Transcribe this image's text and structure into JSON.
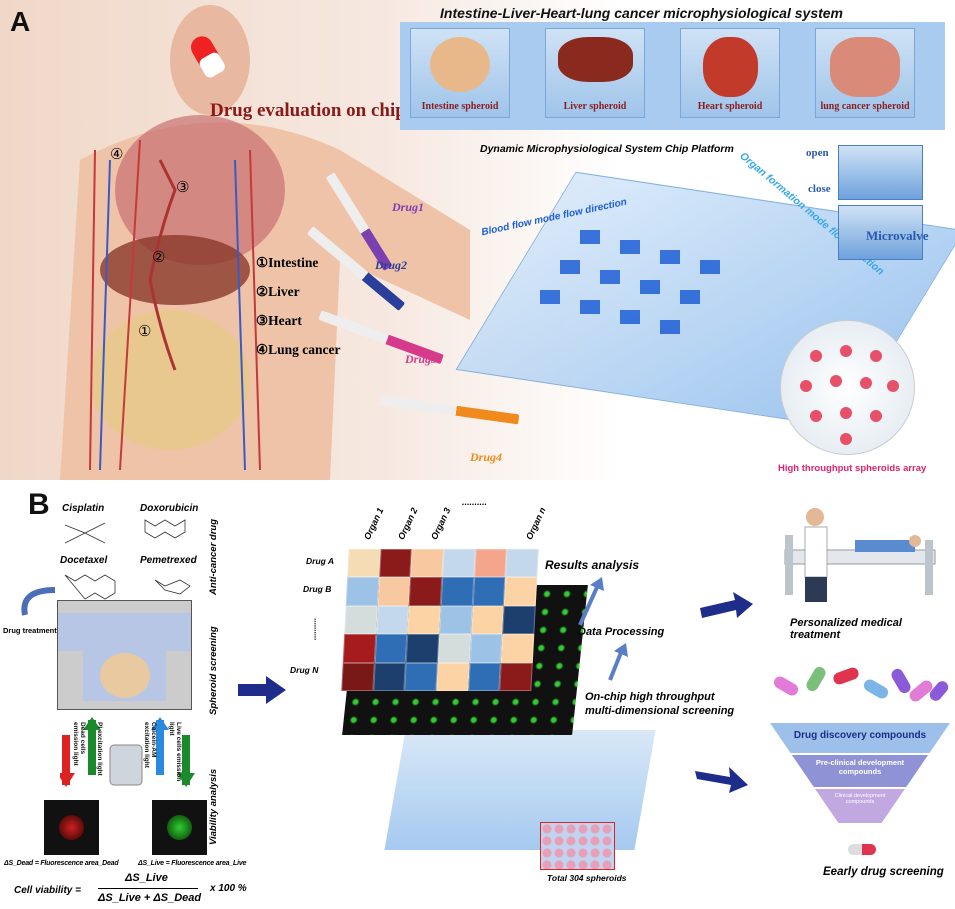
{
  "panel_a": {
    "label": "A",
    "system_title": "Intestine-Liver-Heart-lung cancer microphysiological system",
    "organs": [
      "Intestine spheroid",
      "Liver spheroid",
      "Heart spheroid",
      "lung cancer spheroid"
    ],
    "drug_eval": "Drug evaluation on chip",
    "platform_title": "Dynamic Microphysiological System Chip Platform",
    "flow_blood": "Blood flow mode flow direction",
    "flow_organ": "Organ formation mode flow direction",
    "valve_open": "open",
    "valve_close": "close",
    "microvalve": "Microvalve",
    "legend": [
      "①Intestine",
      "②Liver",
      "③Heart",
      "④Lung cancer"
    ],
    "path_markers": [
      "①",
      "②",
      "③",
      "④"
    ],
    "drugs": [
      {
        "name": "Drug1",
        "color": "#7b3fb0"
      },
      {
        "name": "Drug2",
        "color": "#2a3f9a"
      },
      {
        "name": "Drug3",
        "color": "#d63a8a"
      },
      {
        "name": "Drug4",
        "color": "#f08a1c"
      }
    ],
    "spheroid_array": "High throughput spheroids array"
  },
  "panel_b": {
    "label": "B",
    "compounds": [
      "Cisplatin",
      "Doxorubicin",
      "Docetaxel",
      "Pemetrexed"
    ],
    "side_labels": [
      "Anti-cancer drug",
      "Spheroid screening",
      "Viability analysis"
    ],
    "drug_treatment": "Drug treatment",
    "dead_arrow": "Dead cells emission light",
    "pi_arrow": "PI excitation light",
    "calcein_arrow": "Calcein-AM excitation light",
    "live_arrow": "Live cells emission light",
    "dead_formula": "ΔS_Dead = Fluorescence area_Dead",
    "live_formula": "ΔS_Live = Fluorescence area_Live",
    "viability_label": "Cell viability =",
    "viability_num": "ΔS_Live",
    "viability_den": "ΔS_Live + ΔS_Dead",
    "viability_mult": "x 100 %",
    "heatmap": {
      "columns": [
        "Organ 1",
        "Organ 2",
        "Organ 3",
        "..........",
        "Organ n"
      ],
      "rows": [
        "Drug A",
        "Drug B",
        "..........",
        "Drug N"
      ],
      "colors": [
        [
          "#f5dcb4",
          "#8b1a1a",
          "#f8c9a0",
          "#c3d8ea",
          "#f4a58c",
          "#c3d8ea"
        ],
        [
          "#9cc3e6",
          "#f8c9a0",
          "#8b1a1a",
          "#2f6db5",
          "#2f6db5",
          "#fbd3a5"
        ],
        [
          "#d5dcdc",
          "#c3d8ea",
          "#fbd3a5",
          "#9cc3e6",
          "#fbd3a5",
          "#1d3f6e"
        ],
        [
          "#a61c1c",
          "#2f6db5",
          "#1d3f6e",
          "#d5dcdc",
          "#9cc3e6",
          "#fbd3a5"
        ],
        [
          "#7a1818",
          "#1d3f6e",
          "#2f6db5",
          "#fbd3a5",
          "#2f6db5",
          "#8b1a1a"
        ]
      ]
    },
    "results_analysis": "Results analysis",
    "data_processing": "Data Processing",
    "screening": "On-chip high throughput multi-dimensional screening",
    "total": "Total 304 spheroids",
    "personalized": "Personalized medical treatment",
    "funnel": [
      "Drug discovery compounds",
      "Pre-clinical development compounds",
      "Clinical development compounds"
    ],
    "early": "Eearly drug screening"
  }
}
